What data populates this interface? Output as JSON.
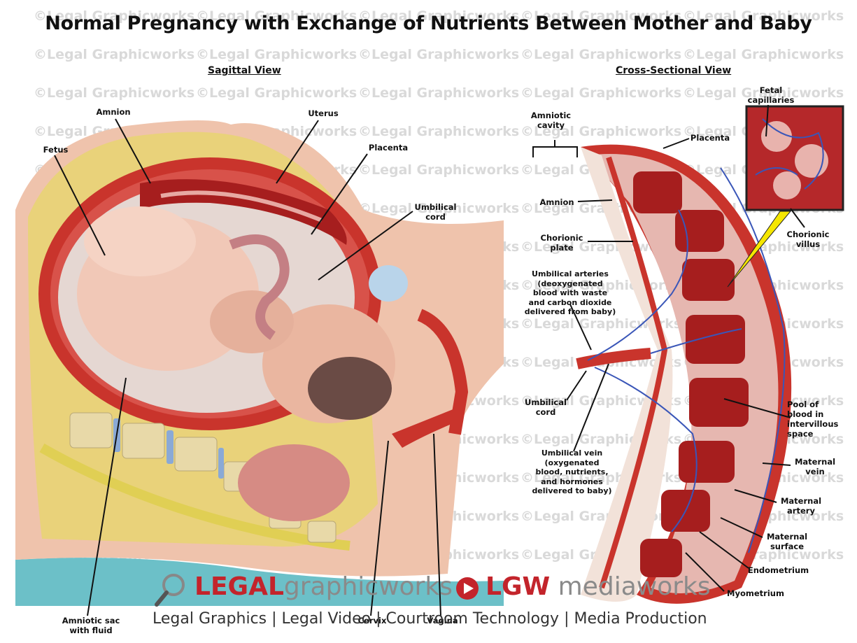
{
  "title": "Normal Pregnancy with Exchange of Nutrients Between Mother and Baby",
  "views": {
    "sagittal": "Sagittal View",
    "cross": "Cross-Sectional View"
  },
  "sagittal_labels": {
    "amnion": "Amnion",
    "uterus": "Uterus",
    "fetus": "Fetus",
    "placenta": "Placenta",
    "umbilical_cord": "Umbilical\ncord",
    "amniotic_sac": "Amniotic sac\nwith fluid",
    "cervix": "Cervix",
    "vagina": "Vagina"
  },
  "cross_labels": {
    "amniotic_cavity": "Amniotic\ncavity",
    "placenta": "Placenta",
    "fetal_capillaries": "Fetal\ncapillaries",
    "amnion": "Amnion",
    "chorionic_plate": "Chorionic\nplate",
    "chorionic_villus": "Chorionic\nvillus",
    "umbilical_arteries": "Umbilical arteries\n(deoxygenated\nblood with waste\nand carbon dioxide\ndelivered from baby)",
    "umbilical_cord": "Umbilical\ncord",
    "pool_of_blood": "Pool of\nblood in\nintervillous\nspace",
    "umbilical_vein": "Umbilical vein\n(oxygenated\nblood, nutrients,\nand hormones\ndelivered to baby)",
    "maternal_vein": "Maternal\nvein",
    "maternal_artery": "Maternal\nartery",
    "maternal_surface": "Maternal\nsurface",
    "endometrium": "Endometrium",
    "myometrium": "Myometrium"
  },
  "watermark": "©Legal Graphicworks",
  "branding": {
    "legal": "LEGAL",
    "graphicworks": "graphicworks",
    "lgw": "LGW",
    "mediaworks": "mediaworks",
    "tagline": "Legal Graphics | Legal Video | Courtroom Technology | Media Production"
  },
  "colors": {
    "muscle_red": "#c9342c",
    "skin": "#efc3ac",
    "fat_yellow": "#e9d27a",
    "bone": "#e8d9a8",
    "disc_blue": "#8aa9d6",
    "placenta_pink": "#f0c8c0",
    "blood_dark": "#a61e1e",
    "vein_blue": "#3a56b8",
    "brand_red": "#c3242b"
  }
}
